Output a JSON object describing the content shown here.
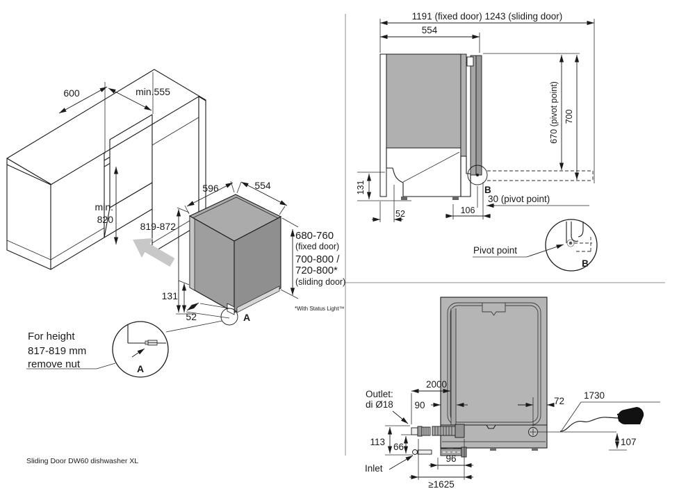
{
  "caption": "Sliding Door DW60 dishwasher XL",
  "iso": {
    "dim_600": "600",
    "dim_min555": "min.555",
    "min_label": "min.",
    "dim_820": "820",
    "dim_596": "596",
    "dim_554": "554",
    "dim_height_range": "819-872",
    "dim_131": "131",
    "dim_52": "52",
    "fixed_range": "680-760",
    "fixed_label": "(fixed door)",
    "sliding_range_a": "700-800 /",
    "sliding_range_b": "720-800*",
    "sliding_label": "(sliding door)",
    "footnote": "*With Status Light™",
    "marker_a": "A"
  },
  "detail_a": {
    "line1": "For height",
    "line2": "817-819 mm",
    "line3": "remove nut",
    "label": "A"
  },
  "side": {
    "dim_total": "1191 (fixed door) 1243 (sliding door)",
    "dim_554": "554",
    "dim_670": "670 (pivot point)",
    "dim_700": "700",
    "dim_131": "131",
    "dim_52": "52",
    "dim_106": "106",
    "marker_b": "B",
    "dim_30": "30 (pivot point)",
    "pivot_label": "Pivot point",
    "detail_b_label": "B"
  },
  "back": {
    "dim_2000": "2000",
    "dim_90": "90",
    "dim_72": "72",
    "dim_1730": "1730",
    "outlet_line1": "Outlet:",
    "outlet_line2": "di Ø18",
    "dim_113": "113",
    "dim_66": "66",
    "dim_96": "96",
    "inlet_label": "Inlet",
    "dim_1625": "≥1625",
    "dim_107": "107"
  }
}
